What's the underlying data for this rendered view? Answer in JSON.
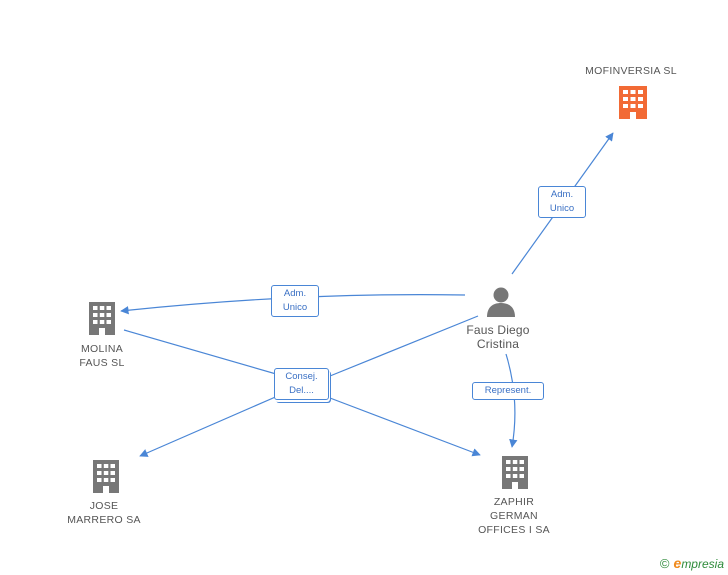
{
  "colors": {
    "edge": "#4a86d6",
    "company": "#777777",
    "highlight": "#f26a35",
    "person": "#777777",
    "brand": "#2e8b3a",
    "brand_e": "#f08a1c"
  },
  "nodes": {
    "mofinversia": {
      "lines": [
        "MOFINVERSIA SL"
      ],
      "icon": "building-icon"
    },
    "molina": {
      "lines": [
        "MOLINA",
        "FAUS SL"
      ],
      "icon": "building-icon"
    },
    "jose": {
      "lines": [
        "JOSE",
        "MARRERO SA"
      ],
      "icon": "building-icon"
    },
    "zaphir": {
      "lines": [
        "ZAPHIR",
        "GERMAN",
        "OFFICES I SA"
      ],
      "icon": "building-icon"
    },
    "faus": {
      "lines": [
        "Faus Diego",
        "Cristina"
      ],
      "icon": "person-icon"
    }
  },
  "edges": {
    "adm_unico_1": [
      "Adm.",
      "Unico"
    ],
    "adm_unico_2": [
      "Adm.",
      "Unico"
    ],
    "consej": [
      "Consej.",
      "Del...."
    ],
    "represent": [
      "Represent."
    ]
  },
  "footer": {
    "copyright": "©",
    "brand_initial": "e",
    "brand_rest": "mpresia"
  }
}
